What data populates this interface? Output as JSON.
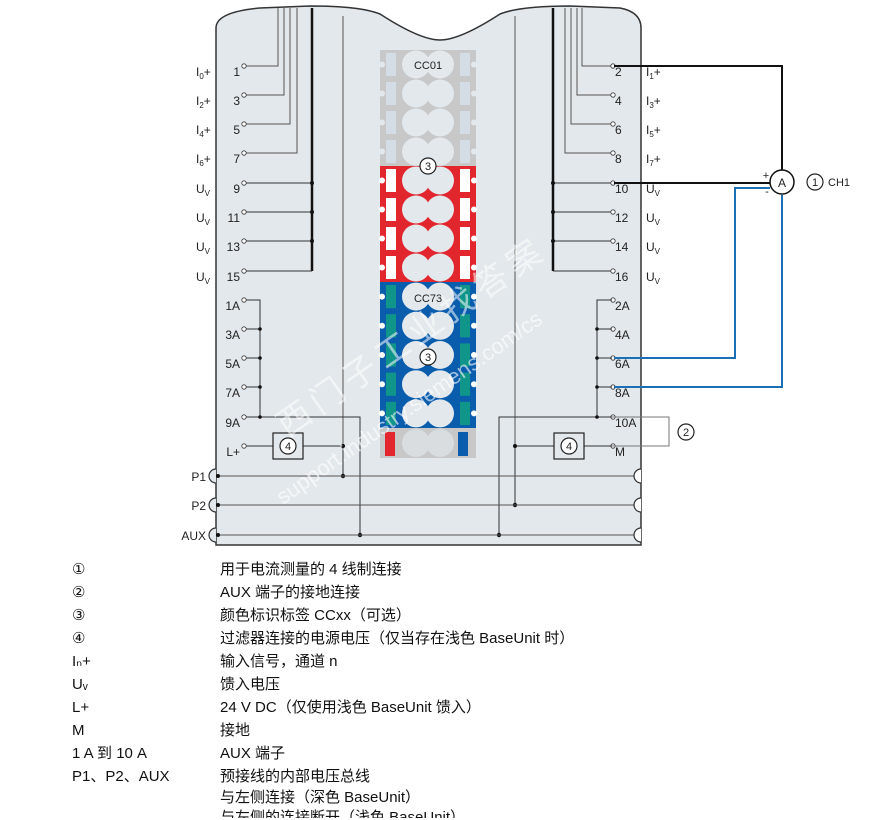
{
  "left_terminals": [
    {
      "signal": "I",
      "sub": "0",
      "suffix": "+",
      "num": "1"
    },
    {
      "signal": "I",
      "sub": "2",
      "suffix": "+",
      "num": "3"
    },
    {
      "signal": "I",
      "sub": "4",
      "suffix": "+",
      "num": "5"
    },
    {
      "signal": "I",
      "sub": "6",
      "suffix": "+",
      "num": "7"
    },
    {
      "signal": "U",
      "sub": "V",
      "suffix": "",
      "num": "9"
    },
    {
      "signal": "U",
      "sub": "V",
      "suffix": "",
      "num": "11"
    },
    {
      "signal": "U",
      "sub": "V",
      "suffix": "",
      "num": "13"
    },
    {
      "signal": "U",
      "sub": "V",
      "suffix": "",
      "num": "15"
    }
  ],
  "right_terminals": [
    {
      "signal": "I",
      "sub": "1",
      "suffix": "+",
      "num": "2"
    },
    {
      "signal": "I",
      "sub": "3",
      "suffix": "+",
      "num": "4"
    },
    {
      "signal": "I",
      "sub": "5",
      "suffix": "+",
      "num": "6"
    },
    {
      "signal": "I",
      "sub": "7",
      "suffix": "+",
      "num": "8"
    },
    {
      "signal": "U",
      "sub": "V",
      "suffix": "",
      "num": "10"
    },
    {
      "signal": "U",
      "sub": "V",
      "suffix": "",
      "num": "12"
    },
    {
      "signal": "U",
      "sub": "V",
      "suffix": "",
      "num": "14"
    },
    {
      "signal": "U",
      "sub": "V",
      "suffix": "",
      "num": "16"
    }
  ],
  "left_aux": [
    "1A",
    "3A",
    "5A",
    "7A",
    "9A",
    "L+"
  ],
  "right_aux": [
    "2A",
    "4A",
    "6A",
    "8A",
    "10A",
    "M"
  ],
  "buses": [
    "P1",
    "P2",
    "AUX"
  ],
  "color_labels": {
    "top": "CC01",
    "bottom": "CC73"
  },
  "colors": {
    "panel": "#e3e8ec",
    "cc01": "#c8c8c8",
    "red": "#e1262d",
    "blue": "#0a5cad",
    "teal": "#10958a",
    "wire_blue": "#1a6fb5"
  },
  "callouts": {
    "one": "1",
    "two": "2",
    "three": "3",
    "four": "4"
  },
  "ammeter": {
    "symbol": "A",
    "plus": "+",
    "minus": "-",
    "channel": "CH1"
  },
  "watermark": {
    "cn": "西门子工业找答案",
    "url": "support.industry.siemens.com/cs"
  },
  "legend": [
    {
      "key": "①",
      "value": "用于电流测量的 4 线制连接"
    },
    {
      "key": "②",
      "value": "AUX 端子的接地连接"
    },
    {
      "key": "③",
      "value": "颜色标识标签 CCxx（可选）"
    },
    {
      "key": "④",
      "value": "过滤器连接的电源电压（仅当存在浅色 BaseUnit 时）"
    },
    {
      "key": "Iₙ+",
      "value": "输入信号，通道 n"
    },
    {
      "key": "Uᵥ",
      "value": "馈入电压"
    },
    {
      "key": "L+",
      "value": "24 V DC（仅使用浅色 BaseUnit 馈入）"
    },
    {
      "key": "M",
      "value": "接地"
    },
    {
      "key": "1 A 到 10 A",
      "value": "AUX 端子"
    },
    {
      "key": "P1、P2、AUX",
      "value": "预接线的内部电压总线"
    }
  ],
  "legend_continuation": [
    "与左侧连接（深色 BaseUnit）",
    "与左侧的连接断开（浅色 BaseUnit）"
  ]
}
